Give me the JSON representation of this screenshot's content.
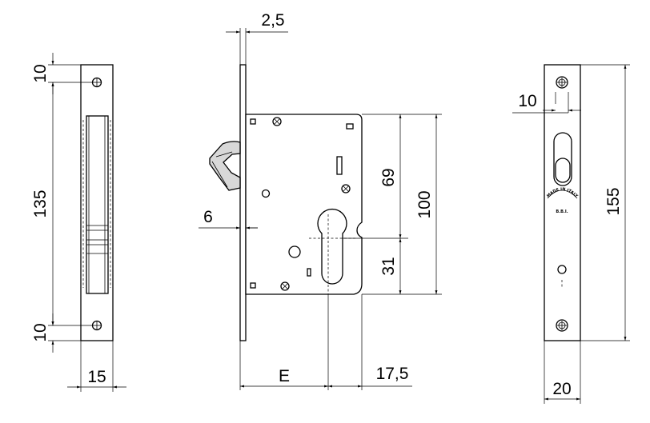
{
  "dimensions": {
    "left_top_hole": "10",
    "left_height": "135",
    "left_bottom_hole": "10",
    "left_width": "15",
    "faceplate_thickness": "2,5",
    "bolt_offset": "6",
    "backset": "E",
    "case_offset": "17,5",
    "height_69": "69",
    "height_100": "100",
    "height_31": "31",
    "right_top_hole": "10",
    "right_height": "155",
    "right_width": "20"
  },
  "stamp": {
    "line1": "MADE IN ITALY",
    "line2": "B.B.I."
  }
}
